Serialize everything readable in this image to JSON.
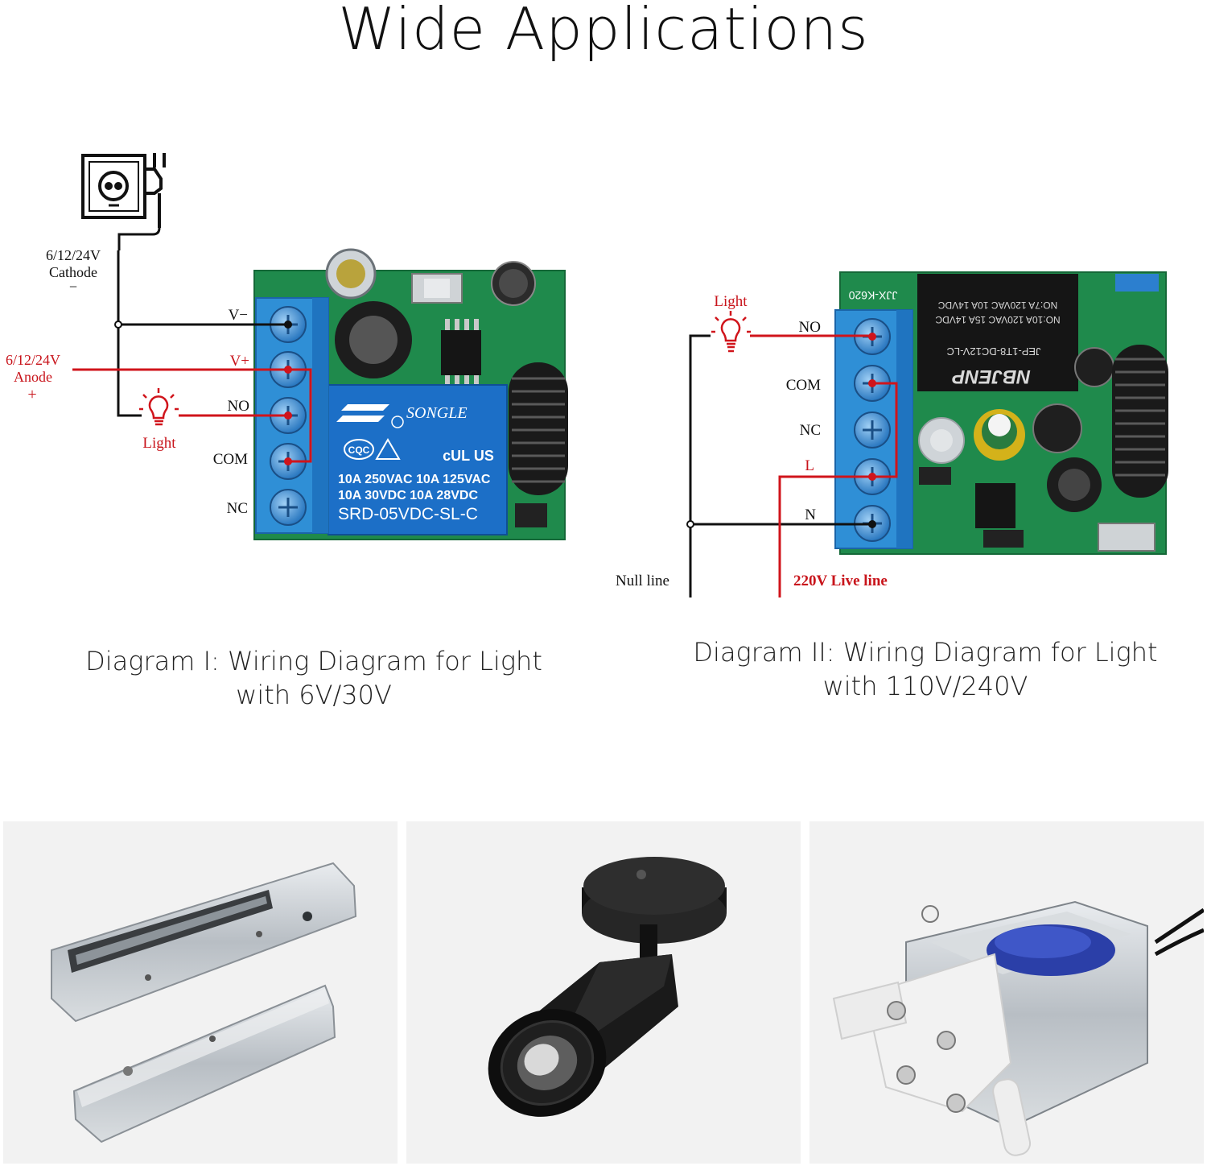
{
  "title": "Wide Applications",
  "diagram1": {
    "caption_line1": "Diagram I: Wiring Diagram for Light",
    "caption_line2": "with 6V/30V",
    "cathode_line1": "6/12/24V",
    "cathode_line2": "Cathode",
    "cathode_sign": "−",
    "anode_line1": "6/12/24V",
    "anode_line2": "Anode",
    "anode_sign": "+",
    "light_label": "Light",
    "terminals": [
      "V−",
      "V+",
      "NO",
      "COM",
      "NC"
    ],
    "relay": {
      "brand": "SONGLE",
      "cert1": "CQC",
      "cert2": "cUL US",
      "spec_line1": "10A 250VAC  10A 125VAC",
      "spec_line2": "10A  30VDC  10A  28VDC",
      "model": "SRD-05VDC-SL-C"
    }
  },
  "diagram2": {
    "caption_line1": "Diagram II: Wiring Diagram for Light",
    "caption_line2": "with 110V/240V",
    "light_label": "Light",
    "terminals": [
      "NO",
      "COM",
      "NC",
      "L",
      "N"
    ],
    "null_line": "Null line",
    "live_line": "220V Live line",
    "board_label": "JJX-K620",
    "relay": {
      "brand": "NBJENP",
      "model": "JEP-1T8-DC12V-LC",
      "spec_line1": "NO:7A 120VAC 10A 14VDC",
      "spec_line2": "NO:10A 120VAC 15A 14VDC"
    }
  },
  "colors": {
    "pcb_green": "#1f8a4c",
    "terminal_blue": "#2f8fd6",
    "relay_blue": "#1c6fc7",
    "wire_red": "#d0141b",
    "wire_black": "#111111",
    "label_red": "#c8141b"
  },
  "applications": [
    {
      "icon": "electromagnetic-lock-icon"
    },
    {
      "icon": "spotlight-icon"
    },
    {
      "icon": "solenoid-valve-icon"
    }
  ]
}
